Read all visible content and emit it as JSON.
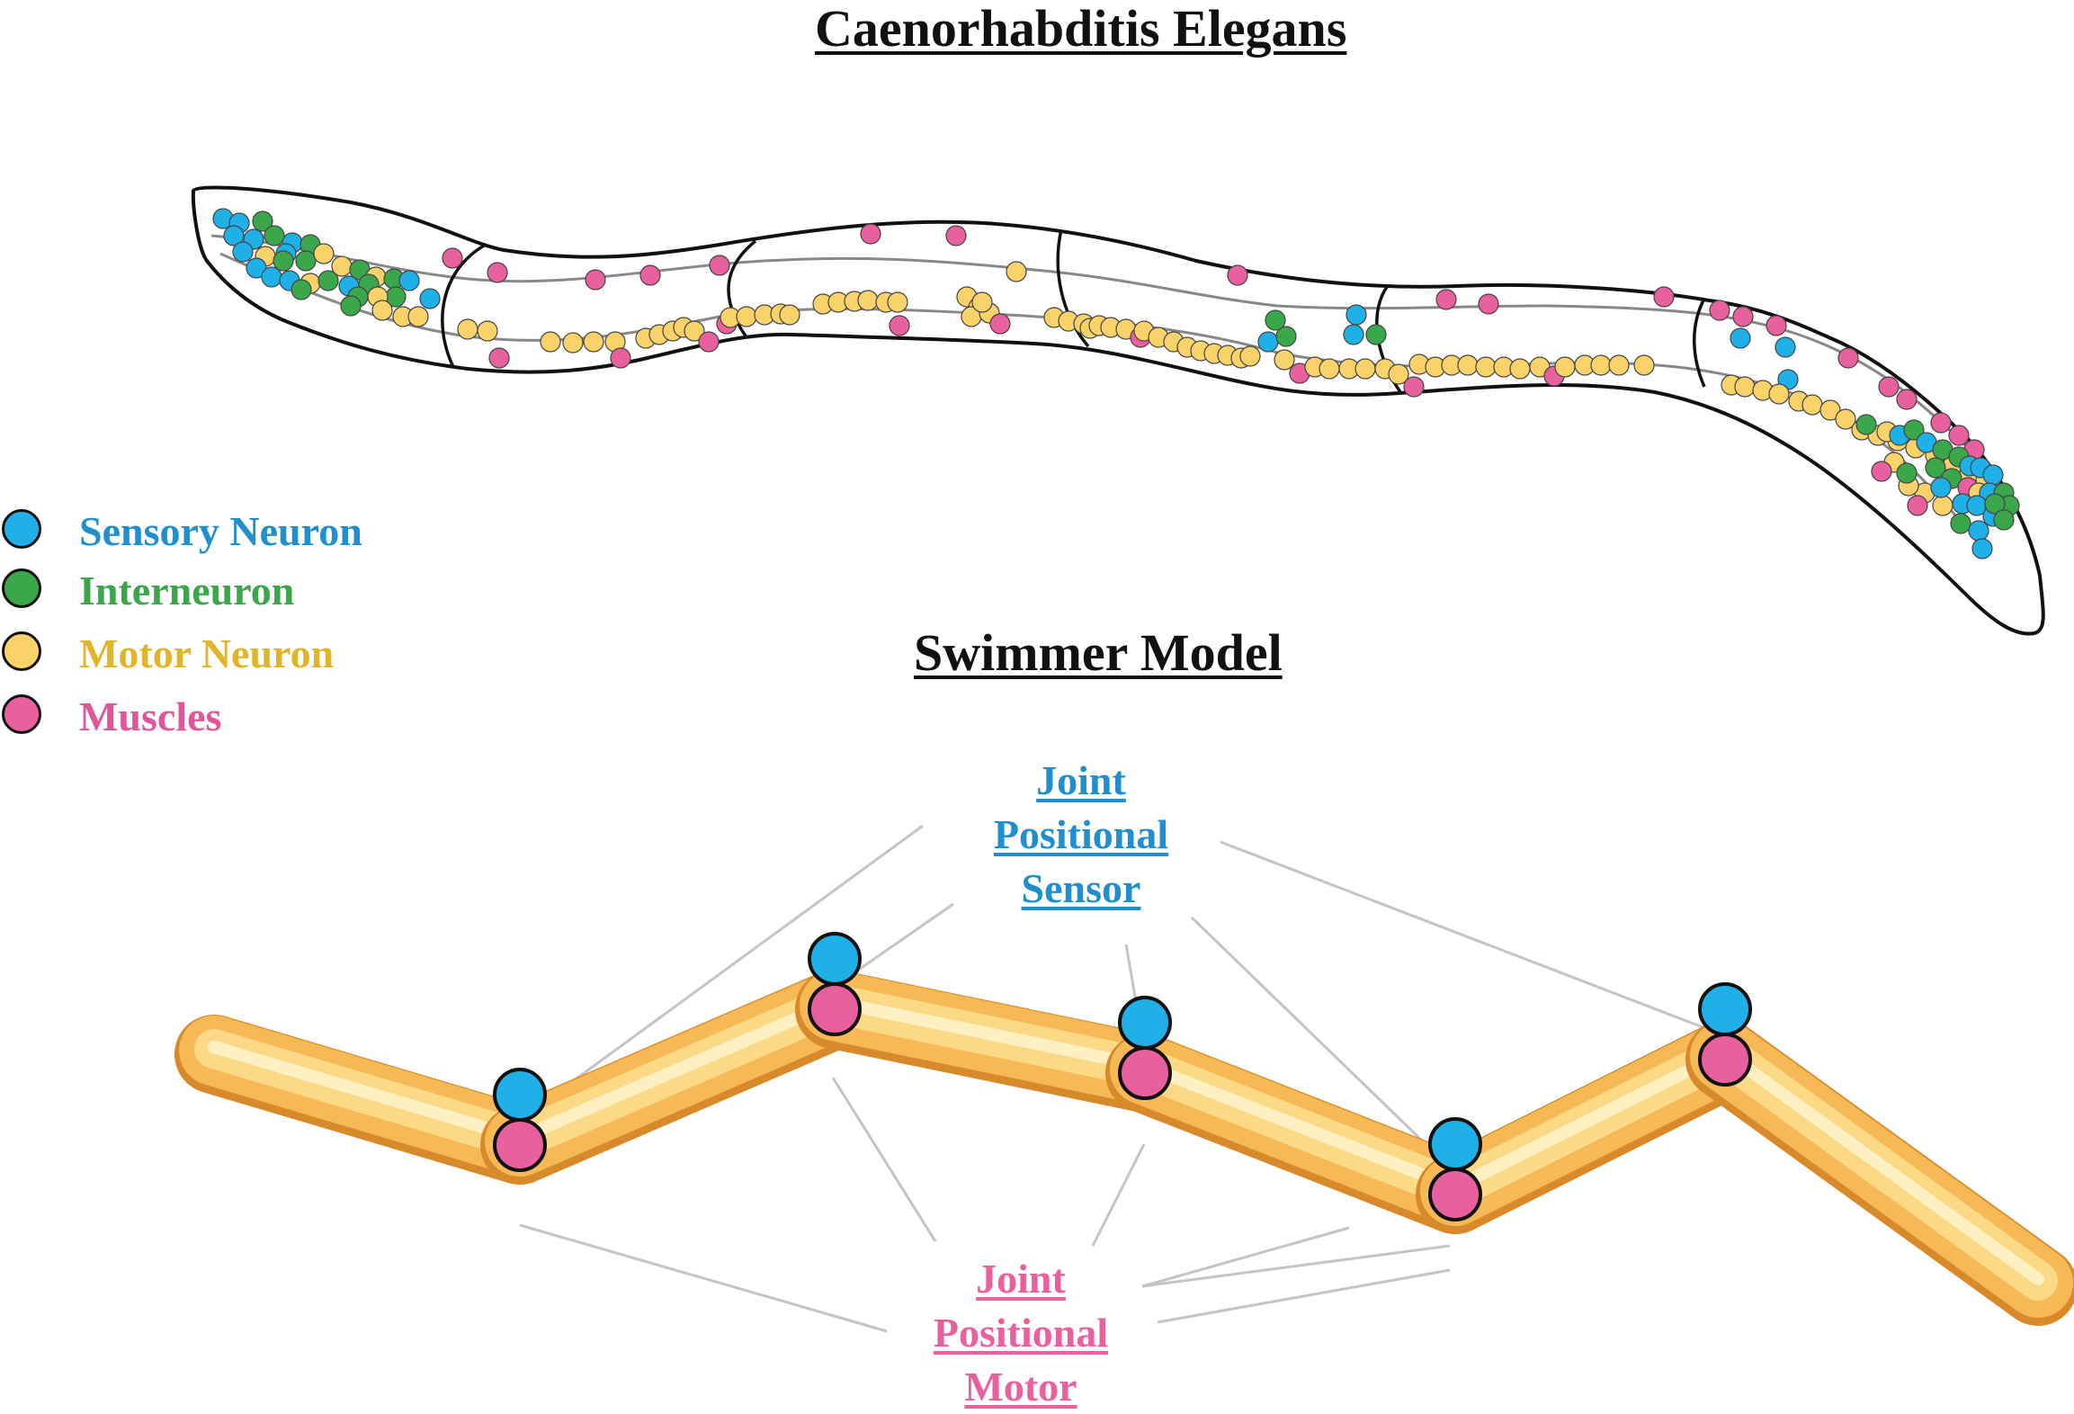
{
  "titles": {
    "top": "Caenorhabditis Elegans",
    "bottom": "Swimmer Model"
  },
  "legend": [
    {
      "key": "sensory",
      "label": "Sensory Neuron",
      "color": "#1fb0e8"
    },
    {
      "key": "inter",
      "label": "Interneuron",
      "color": "#3aa84a"
    },
    {
      "key": "motor",
      "label": "Motor Neuron",
      "color": "#f5c542"
    },
    {
      "key": "muscle",
      "label": "Muscles",
      "color": "#e8609e"
    }
  ],
  "callouts": {
    "sensor": {
      "lines": [
        "Joint",
        "Positional",
        "Sensor"
      ],
      "color": "#1f8fd0"
    },
    "motor": {
      "lines": [
        "Joint",
        "Positional",
        "Motor"
      ],
      "color": "#e8609e"
    }
  },
  "colors": {
    "sensory_label": "#1f8fd0",
    "inter_label": "#3aa84a",
    "motor_label": "#e0b52a",
    "muscle_label": "#e0569a",
    "body_orange": "#f4b04a",
    "body_highlight": "#fde9a8",
    "connector_gray": "#c4c4c4"
  },
  "icons": {
    "worm": "nematode-outline",
    "swimmer": "segmented-rod"
  }
}
